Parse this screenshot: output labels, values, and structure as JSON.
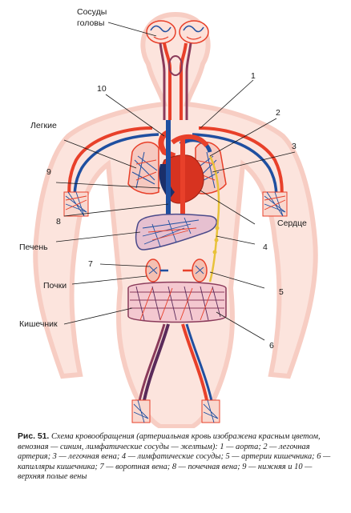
{
  "labels": {
    "head_vessels_1": "Сосуды",
    "head_vessels_2": "головы",
    "lungs": "Легкие",
    "heart": "Сердце",
    "liver": "Печень",
    "kidneys": "Почки",
    "intestine": "Кишечник",
    "n1": "1",
    "n2": "2",
    "n3": "3",
    "n4": "4",
    "n5": "5",
    "n6": "6",
    "n7": "7",
    "n8": "8",
    "n9": "9",
    "n10": "10"
  },
  "caption": {
    "figure_no": "Рис. 51.",
    "text": "Схема кровообращения (артериальная кровь изображена красным цветом, венозная — синим, лимфатические сосуды — желтым): 1 — аорта; 2 — легочная артерия; 3 — легочная вена; 4 — лимфатические сосуды; 5 — артерии кишечника; 6 — капилляры кишечника; 7 — воротная вена; 8 — почечная вена; 9 — нижняя и 10 — верхняя полые вены"
  },
  "colors": {
    "artery": "#e8402a",
    "vein": "#1f4fa0",
    "lymph": "#e8c23a",
    "body_glow": "#f7c9bf",
    "dark_vessel": "#5a2a5a"
  }
}
